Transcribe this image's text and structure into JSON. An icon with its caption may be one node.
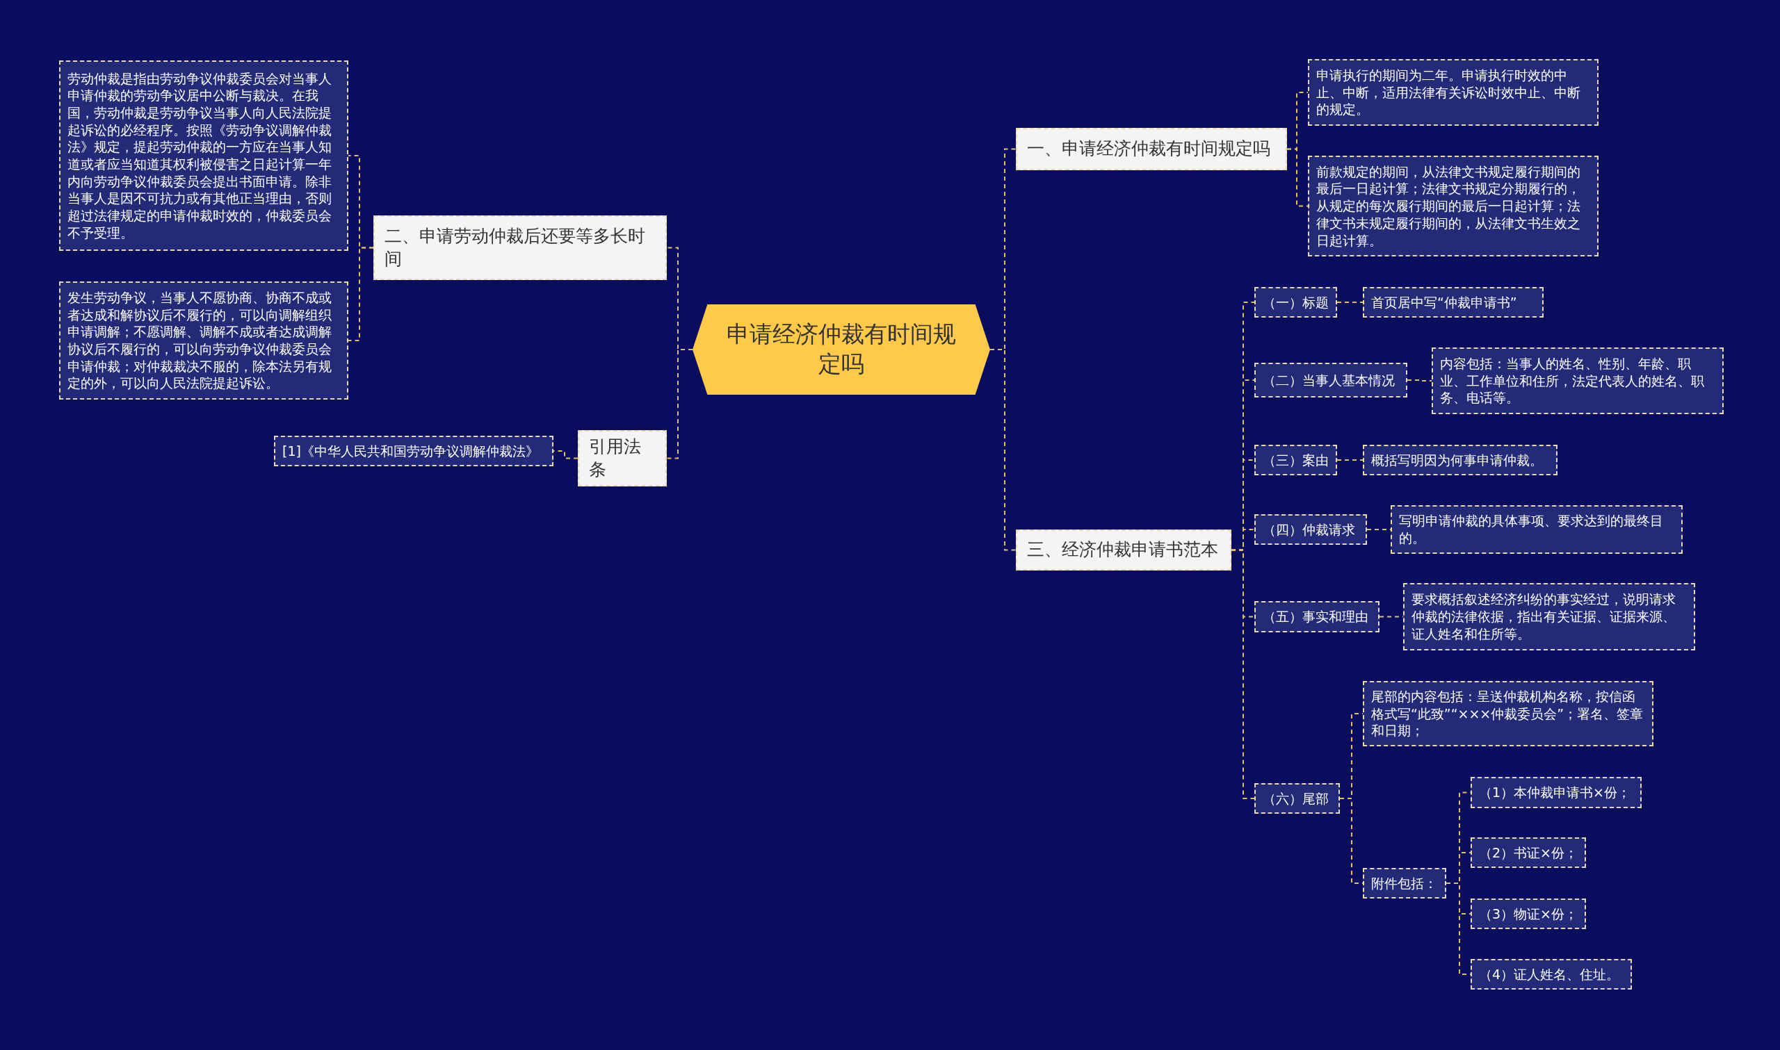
{
  "diagram": {
    "nodes": [
      {
        "text": [
          "申请经济仲裁有时间规定吗"
        ]
      },
      {
        "text": [
          "一、申请经济仲裁有时间规定吗"
        ]
      },
      {
        "text": [
          "申请执行的期间为二年。申请执行时效的中止、中断，适用法律有关诉讼时效中止、中断的规定。"
        ]
      },
      {
        "text": [
          "前款规定的期间，从法律文书规定履行期间的最后一日起计算；法律文书规定分期履行的，从规定的每次履行期间的最后一日起计算；法律文书未规定履行期间的，从法律文书生效之日起计算。"
        ]
      },
      {
        "text": [
          "三、经济仲裁申请书范本"
        ]
      },
      {
        "text": [
          "（一）标题"
        ]
      },
      {
        "text": [
          "首页居中写“仲裁申请书”"
        ]
      },
      {
        "text": [
          "（二）当事人基本情况"
        ]
      },
      {
        "text": [
          "内容包括：当事人的姓名、性别、年龄、职业、工作单位和住所，法定代表人的姓名、职务、电话等。"
        ]
      },
      {
        "text": [
          "（三）案由"
        ]
      },
      {
        "text": [
          "概括写明因为何事申请仲裁。"
        ]
      },
      {
        "text": [
          "（四）仲裁请求"
        ]
      },
      {
        "text": [
          "写明申请仲裁的具体事项、要求达到的最终目的。"
        ]
      },
      {
        "text": [
          "（五）事实和理由"
        ]
      },
      {
        "text": [
          "要求概括叙述经济纠纷的事实经过，说明请求仲裁的法律依据，指出有关证据、证据来源、证人姓名和住所等。"
        ]
      },
      {
        "text": [
          "（六）尾部"
        ]
      },
      {
        "text": [
          "尾部的内容包括：呈送仲裁机构名称，按信函格式写“此致”“×××仲裁委员会”；署名、签章和日期；"
        ]
      },
      {
        "text": [
          "附件包括："
        ]
      },
      {
        "text": [
          "（1）本仲裁申请书×份；"
        ]
      },
      {
        "text": [
          "（2）书证×份；"
        ]
      },
      {
        "text": [
          "（3）物证×份；"
        ]
      },
      {
        "text": [
          "（4）证人姓名、住址。"
        ]
      },
      {
        "text": [
          "二、申请劳动仲裁后还要等多长时间"
        ]
      },
      {
        "text": [
          "劳动仲裁是指由劳动争议仲裁委员会对当事人申请仲裁的劳动争议居中公断与裁决。在我国，劳动仲裁是劳动争议当事人向人民法院提起诉讼的必经程序。按照《劳动争议调解仲裁法》规定，提起劳动仲裁的一方应在当事人知道或者应当知道其权利被侵害之日起计算一年内向劳动争议仲裁委员会提出书面申请。除非当事人是因不可抗力或有其他正当理由，否则超过法律规定的申请仲裁时效的，仲裁委员会不予受理。"
        ]
      },
      {
        "text": [
          "发生劳动争议，当事人不愿协商、协商不成或者达成和解协议后不履行的，可以向调解组织申请调解；不愿调解、调解不成或者达成调解协议后不履行的，可以向劳动争议仲裁委员会申请仲裁；对仲裁裁决不服的，除本法另有规定的外，可以向人民法院提起诉讼。"
        ]
      },
      {
        "text": [
          "引用法条"
        ]
      },
      {
        "text": [
          "[1]《中华人民共和国劳动争议调解仲裁法》"
        ]
      }
    ],
    "edges": [
      {
        "from": 0,
        "to": 1,
        "arrow": "none"
      },
      {
        "from": 1,
        "to": 2,
        "arrow": "none"
      },
      {
        "from": 1,
        "to": 3,
        "arrow": "none"
      },
      {
        "from": 0,
        "to": 4,
        "arrow": "none"
      },
      {
        "from": 4,
        "to": 5,
        "arrow": "none"
      },
      {
        "from": 5,
        "to": 6,
        "arrow": "none"
      },
      {
        "from": 4,
        "to": 7,
        "arrow": "none"
      },
      {
        "from": 7,
        "to": 8,
        "arrow": "none"
      },
      {
        "from": 4,
        "to": 9,
        "arrow": "none"
      },
      {
        "from": 9,
        "to": 10,
        "arrow": "none"
      },
      {
        "from": 4,
        "to": 11,
        "arrow": "none"
      },
      {
        "from": 11,
        "to": 12,
        "arrow": "none"
      },
      {
        "from": 4,
        "to": 13,
        "arrow": "none"
      },
      {
        "from": 13,
        "to": 14,
        "arrow": "none"
      },
      {
        "from": 4,
        "to": 15,
        "arrow": "none"
      },
      {
        "from": 15,
        "to": 16,
        "arrow": "none"
      },
      {
        "from": 15,
        "to": 17,
        "arrow": "none"
      },
      {
        "from": 17,
        "to": 18,
        "arrow": "none"
      },
      {
        "from": 17,
        "to": 19,
        "arrow": "none"
      },
      {
        "from": 17,
        "to": 20,
        "arrow": "none"
      },
      {
        "from": 17,
        "to": 21,
        "arrow": "none"
      },
      {
        "from": 0,
        "to": 22,
        "arrow": "none"
      },
      {
        "from": 22,
        "to": 23,
        "arrow": "none"
      },
      {
        "from": 22,
        "to": 24,
        "arrow": "none"
      },
      {
        "from": 0,
        "to": 25,
        "arrow": "none"
      },
      {
        "from": 25,
        "to": 26,
        "arrow": "none"
      }
    ]
  }
}
